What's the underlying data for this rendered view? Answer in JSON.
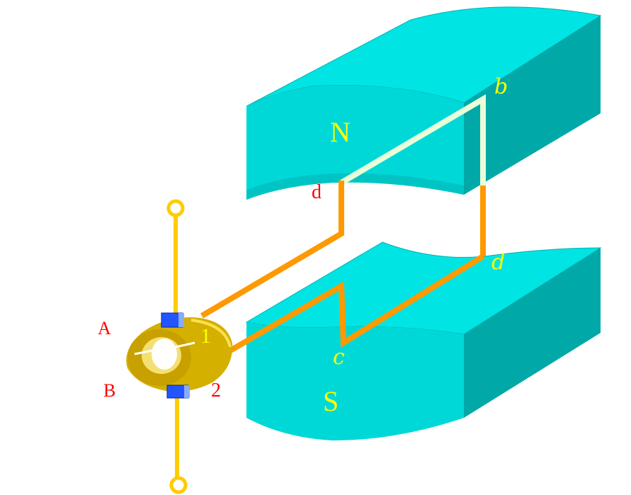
{
  "diagram": {
    "poles": {
      "north": "N",
      "south": "S"
    },
    "coil_labels": {
      "b": "b",
      "d_left": "d",
      "d_right": "d",
      "c": "c"
    },
    "terminals": {
      "A": "A",
      "B": "B"
    },
    "rings": {
      "one": "1",
      "two": "2"
    }
  },
  "colors": {
    "magnet_front": "#00d8d8",
    "magnet_side": "#00a8a8",
    "magnet_top": "#00e4e4",
    "coil_orange": "#ff9900",
    "coil_light": "#e8ffd8",
    "ring_gold": "#d4b000",
    "shaft_yellow": "#ffcc00",
    "brush_blue": "#2255ff",
    "label_yellow": "#ffff00",
    "label_red": "#ff0000"
  }
}
